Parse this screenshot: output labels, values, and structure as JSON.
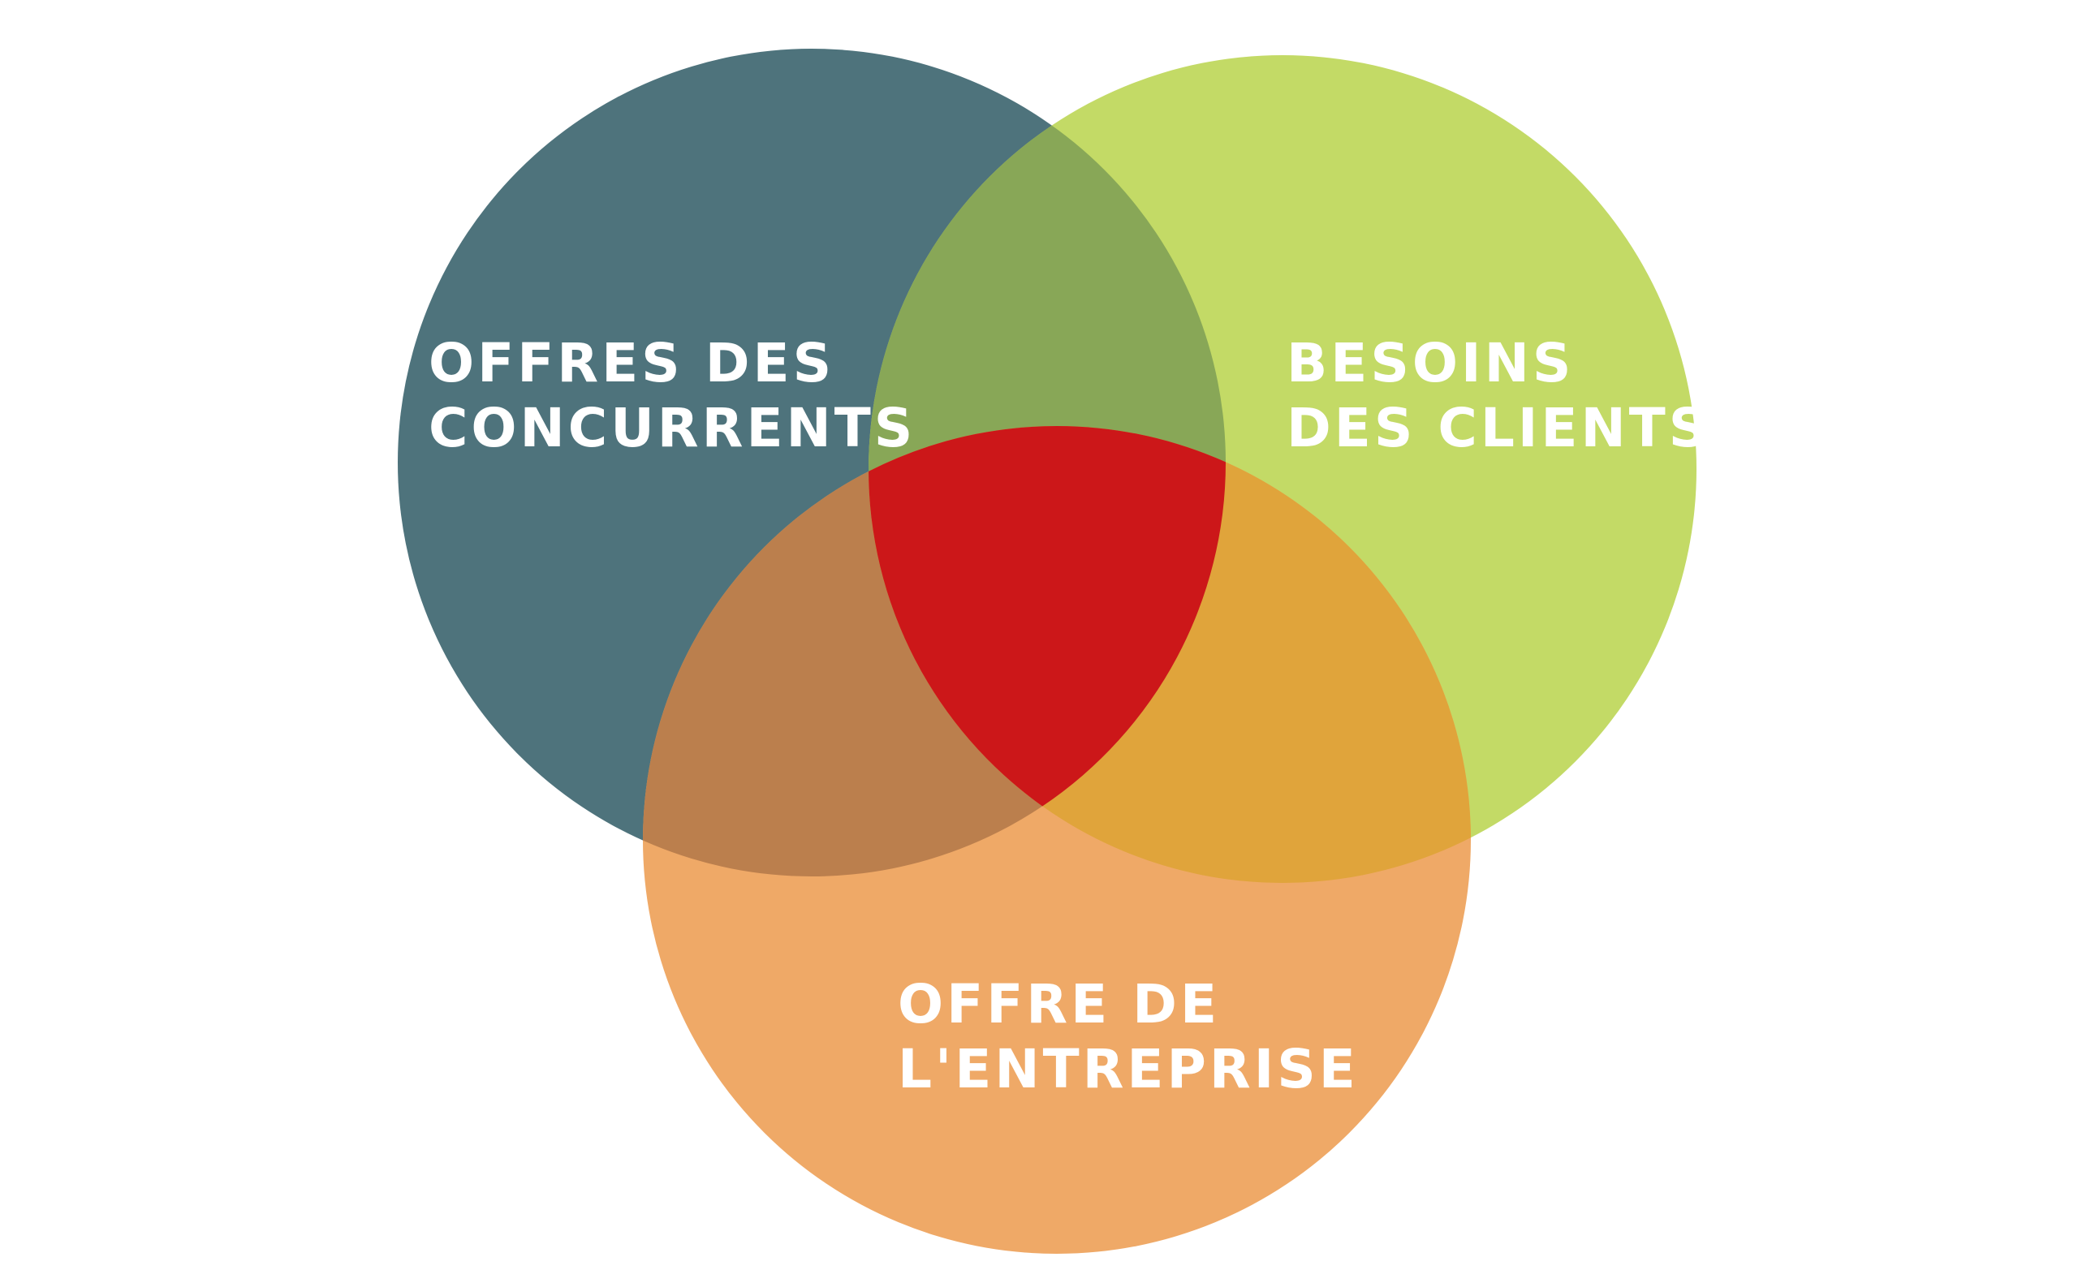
{
  "diagram": {
    "type": "venn",
    "sets": [
      {
        "id": "competitors",
        "label_lines": [
          "OFFRES DES",
          "CONCURRENTS"
        ],
        "color": "#4e737c"
      },
      {
        "id": "clients",
        "label_lines": [
          "BESOINS",
          "DES CLIENTS"
        ],
        "color": "#c3da66"
      },
      {
        "id": "company",
        "label_lines": [
          "OFFRE DE",
          "L'ENTREPRISE"
        ],
        "color": "#efa967"
      }
    ],
    "intersection_colors": {
      "competitors_clients": "#88a757",
      "competitors_company": "#bb7f4d",
      "clients_company": "#e0a43b",
      "all_three": "#cc1719"
    },
    "label_color": "#ffffff"
  }
}
